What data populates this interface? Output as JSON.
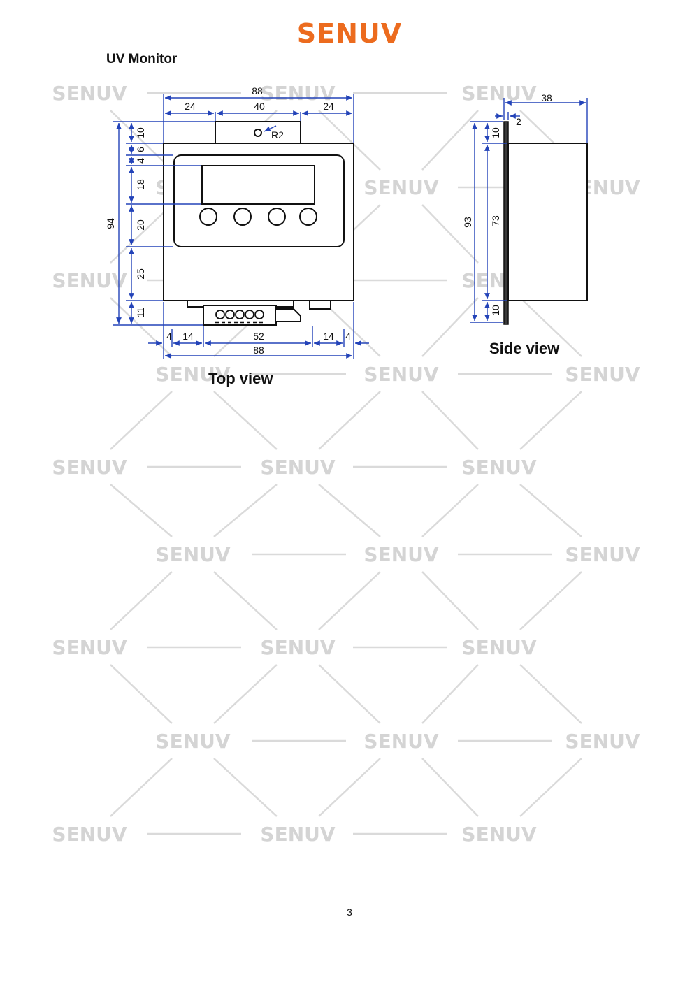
{
  "brand": {
    "logo_text": "SENUV",
    "logo_color": "#ec6b1e"
  },
  "document": {
    "title": "UV Monitor",
    "page_number": "3"
  },
  "watermark": {
    "text": "SENUV",
    "color": "#d4d4d4"
  },
  "dimension_color": "#2343b8",
  "top_view": {
    "label": "Top view",
    "width_top_total": "88",
    "width_top_left": "24",
    "width_top_mid": "40",
    "width_top_right": "24",
    "mount_radius": "R2",
    "bottom_4_left": "4",
    "bottom_14_left": "14",
    "bottom_52": "52",
    "bottom_14_right": "14",
    "bottom_4_right": "4",
    "width_bottom_total": "88",
    "height_total": "94",
    "v_10": "10",
    "v_6": "6",
    "v_4": "4",
    "v_18": "18",
    "v_20": "20",
    "v_25": "25",
    "v_11": "11"
  },
  "side_view": {
    "label": "Side view",
    "depth": "38",
    "plate": "2",
    "height_total": "93",
    "v_top_10": "10",
    "v_73": "73",
    "v_bottom_10": "10"
  }
}
